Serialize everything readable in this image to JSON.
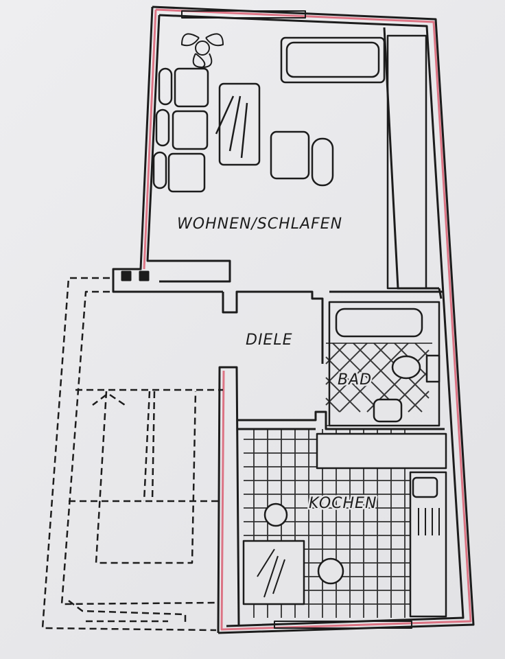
{
  "plan": {
    "rooms": {
      "living": "WOHNEN/SCHLAFEN",
      "hall": "DIELE",
      "bath": "BAD",
      "kitchen": "KOCHEN"
    },
    "colors": {
      "ink": "#1c1c1c",
      "highlight": "#d9566a",
      "paper": "#e9e9eb"
    }
  }
}
